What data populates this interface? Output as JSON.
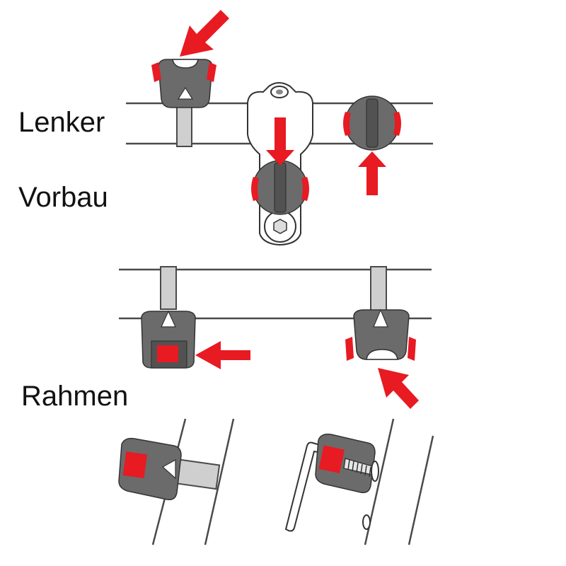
{
  "labels": {
    "handlebar": "Lenker",
    "stem": "Vorbau",
    "frame": "Rahmen"
  },
  "colors": {
    "accent_red": "#e81a22",
    "mount_gray": "#6b6b6b",
    "strap_gray": "#cfcfcf",
    "outline": "#333333"
  }
}
